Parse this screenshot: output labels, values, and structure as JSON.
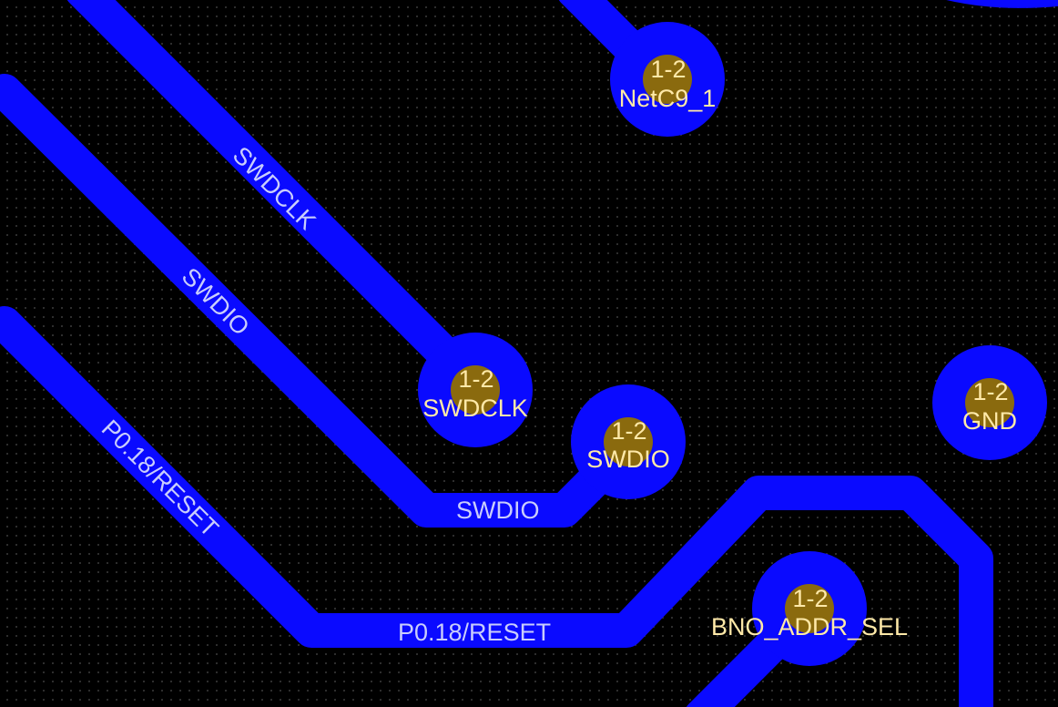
{
  "colors": {
    "background": "#000000",
    "copper_trace": "#0a0aff",
    "via_drill": "#8a6a0e",
    "via_text": "#ffe9a8",
    "trace_text": "#c9cdfb"
  },
  "trace_labels": {
    "swdclk_diag": "SWDCLK",
    "swdio_diag": "SWDIO",
    "swdio_horiz": "SWDIO",
    "reset_diag": "P0.18/RESET",
    "reset_horiz": "P0.18/RESET"
  },
  "vias": [
    {
      "layer": "1-2",
      "net": "NetC9_1"
    },
    {
      "layer": "1-2",
      "net": "SWDCLK"
    },
    {
      "layer": "1-2",
      "net": "SWDIO"
    },
    {
      "layer": "1-2",
      "net": "GND"
    },
    {
      "layer": "1-2",
      "net": "BNO_ADDR_SEL"
    }
  ]
}
